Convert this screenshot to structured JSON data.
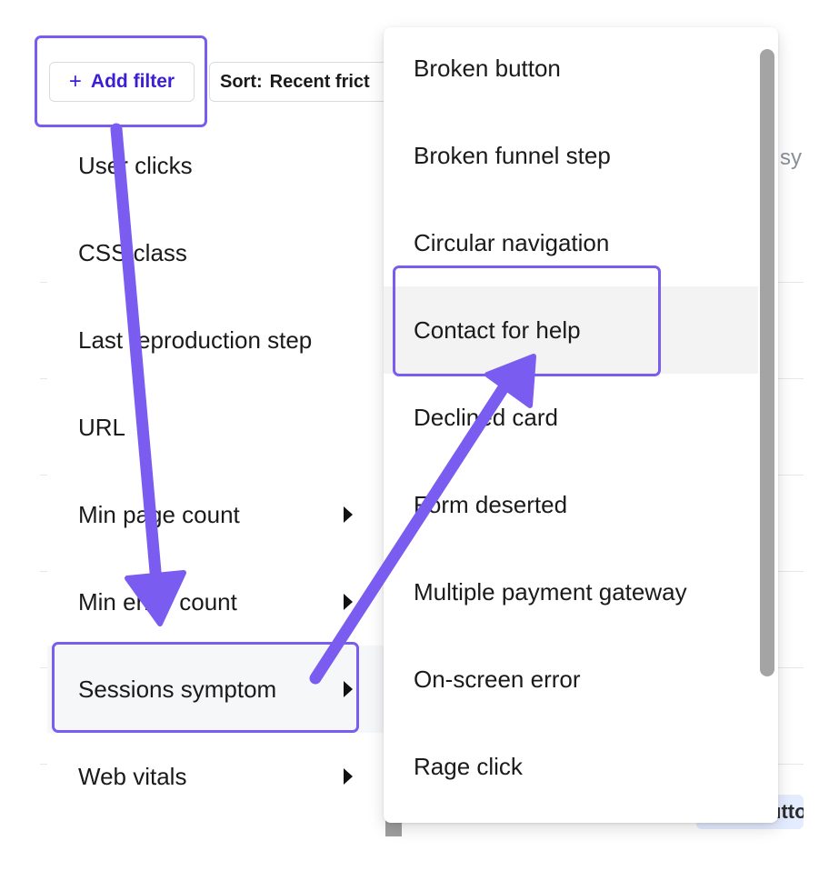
{
  "toolbar": {
    "add_filter_label": "Add filter",
    "add_filter_icon": "plus-icon",
    "sort_prefix": "Sort:",
    "sort_value": "Recent frict"
  },
  "filter_menu": {
    "items": [
      {
        "label": "User clicks",
        "has_submenu": false
      },
      {
        "label": "CSS class",
        "has_submenu": false
      },
      {
        "label": "Last reproduction step",
        "has_submenu": false
      },
      {
        "label": "URL",
        "has_submenu": false
      },
      {
        "label": "Min page count",
        "has_submenu": true
      },
      {
        "label": "Min error count",
        "has_submenu": true
      },
      {
        "label": "Sessions symptom",
        "has_submenu": true,
        "active": true
      },
      {
        "label": "Web vitals",
        "has_submenu": true
      }
    ]
  },
  "symptom_menu": {
    "items": [
      {
        "label": "Broken button"
      },
      {
        "label": "Broken funnel step"
      },
      {
        "label": "Circular navigation"
      },
      {
        "label": "Contact for help",
        "hovered": true
      },
      {
        "label": "Declined card"
      },
      {
        "label": "Form deserted"
      },
      {
        "label": "Multiple payment gateway"
      },
      {
        "label": "On-screen error"
      },
      {
        "label": "Rage click"
      }
    ]
  },
  "background": {
    "peek_text_right": "sy",
    "peek_badge_text": "utto"
  },
  "colors": {
    "annotation": "#7b5cf0",
    "accent_text": "#3b1ed6"
  }
}
